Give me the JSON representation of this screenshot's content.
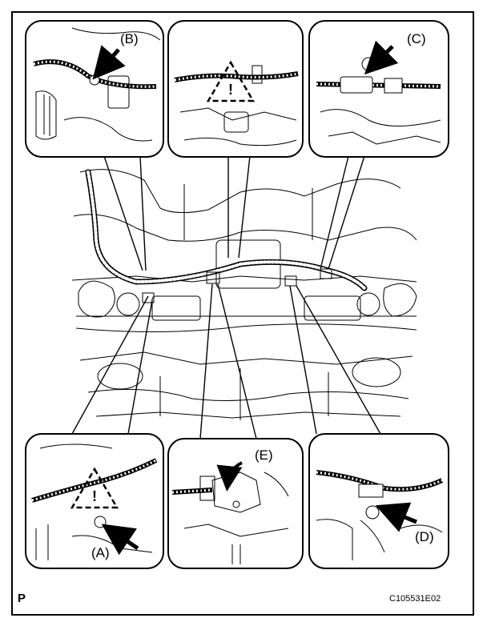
{
  "callouts": {
    "a": "(A)",
    "b": "(B)",
    "c": "(C)",
    "d": "(D)",
    "e": "(E)"
  },
  "footer": {
    "corner_mark": "P",
    "figure_code": "C105531E02"
  }
}
